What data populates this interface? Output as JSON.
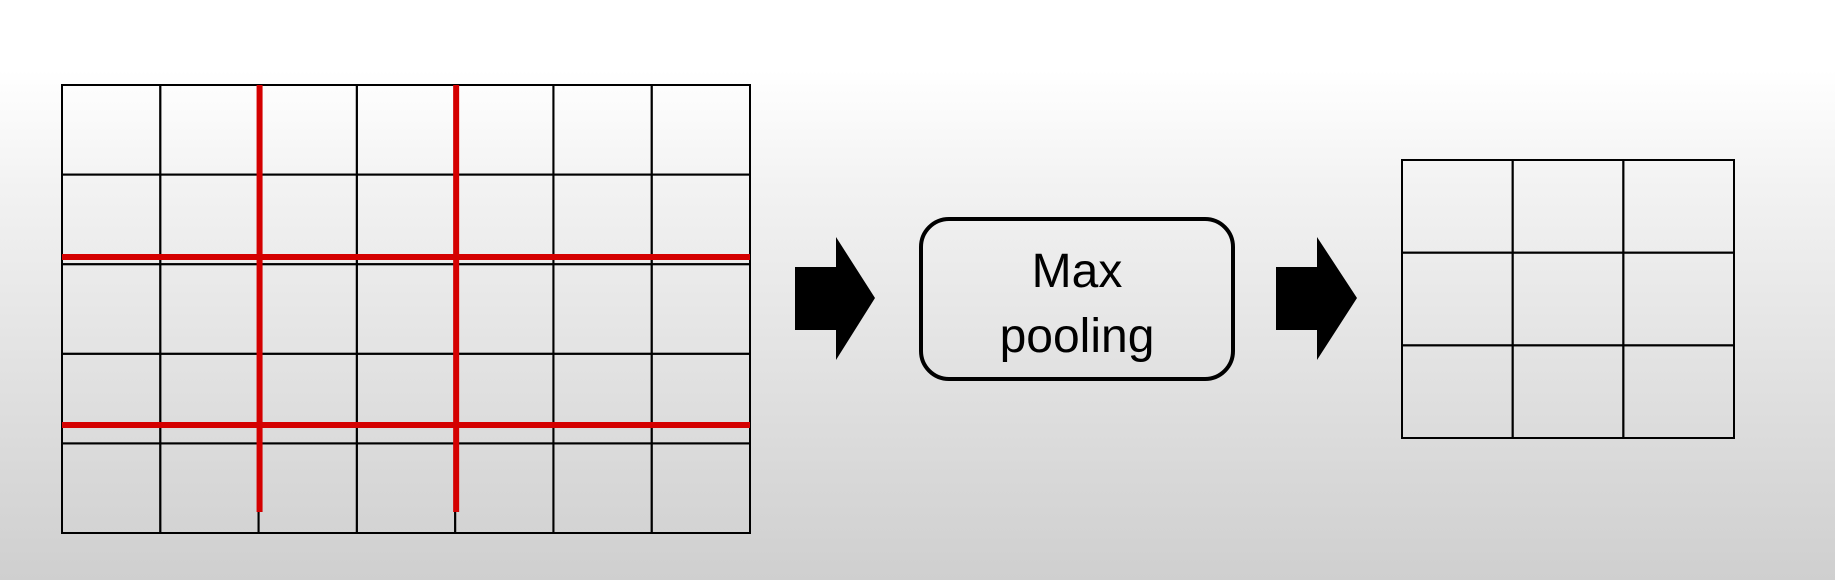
{
  "diagram": {
    "input_grid": {
      "rows": 5,
      "cols": 7,
      "line_color": "#000000"
    },
    "pooling_windows": {
      "rows": 3,
      "cols": 3,
      "line_color": "#d40000"
    },
    "operation": {
      "label_line1": "Max",
      "label_line2": "pooling"
    },
    "output_grid": {
      "rows": 3,
      "cols": 3,
      "line_color": "#000000"
    },
    "arrow_color": "#000000"
  }
}
